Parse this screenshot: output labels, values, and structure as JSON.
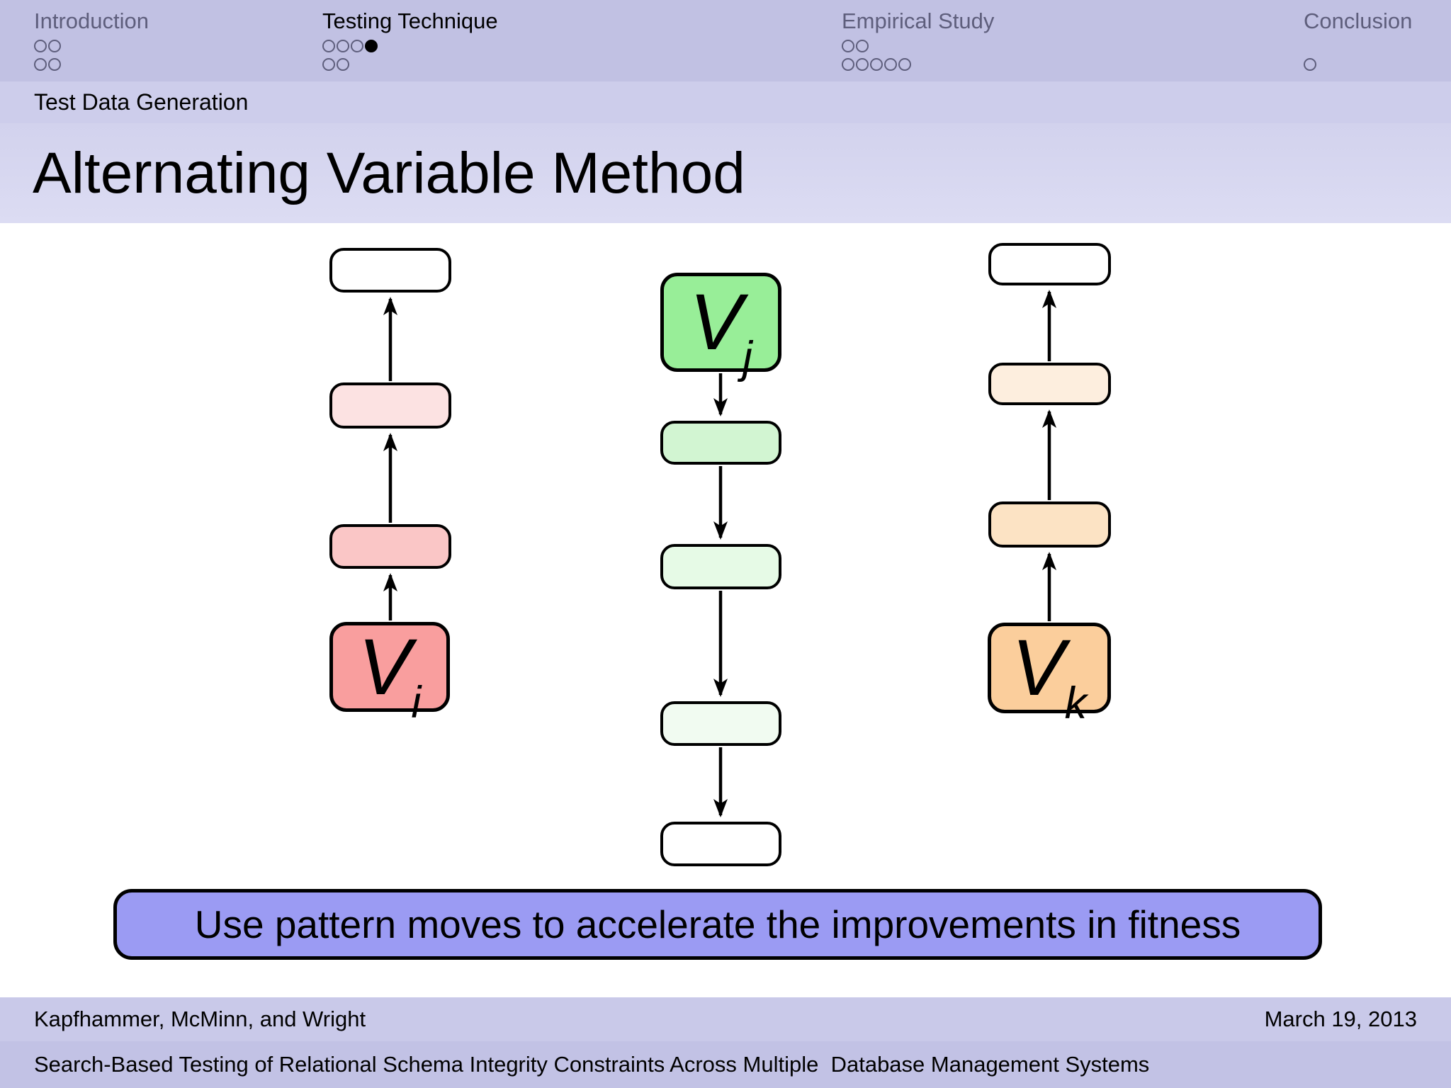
{
  "colors": {
    "navbar_bg": "#c1c1e3",
    "subheader_bg": "#cdcdeb",
    "titleband_bg": "#d7d7f0",
    "content_bg": "#ffffff",
    "banner_bg": "#9b9bf3",
    "footer_authors_bg": "#c9c9e9",
    "footer_title_bg": "#c2c2e5",
    "inactive_section_text": "#5e5e7c",
    "active_section_text": "#000000",
    "stroke": "#000000"
  },
  "header": {
    "sections": [
      {
        "label": "Introduction",
        "dot_rows": [
          [
            "empty",
            "empty"
          ],
          [
            "empty",
            "empty"
          ]
        ]
      },
      {
        "label": "Testing Technique",
        "dot_rows": [
          [
            "empty",
            "empty",
            "empty",
            "filled"
          ],
          [
            "empty",
            "empty"
          ]
        ]
      },
      {
        "label": "Empirical Study",
        "dot_rows": [
          [
            "empty",
            "empty"
          ],
          [
            "empty",
            "empty",
            "empty",
            "empty",
            "empty"
          ]
        ]
      },
      {
        "label": "Conclusion",
        "dot_rows": [
          [],
          [
            "empty"
          ]
        ]
      }
    ],
    "subsection": "Test Data Generation"
  },
  "slide": {
    "title": "Alternating Variable Method",
    "banner": "Use pattern moves to accelerate the improvements in fitness"
  },
  "diagram": {
    "left_column": {
      "direction": "up",
      "nodes": [
        {
          "fill": "#ffffff"
        },
        {
          "fill": "#fce2e2"
        },
        {
          "fill": "#fac6c6"
        },
        {
          "fill": "#f99e9e",
          "label_base": "V",
          "label_sub": "i"
        }
      ]
    },
    "middle_column": {
      "direction": "down",
      "nodes": [
        {
          "fill": "#98ee98",
          "label_base": "V",
          "label_sub": "j"
        },
        {
          "fill": "#d2f5d2"
        },
        {
          "fill": "#e6fae6"
        },
        {
          "fill": "#f1fbf1"
        },
        {
          "fill": "#ffffff"
        }
      ]
    },
    "right_column": {
      "direction": "up",
      "nodes": [
        {
          "fill": "#ffffff"
        },
        {
          "fill": "#fdeede"
        },
        {
          "fill": "#fce3c4"
        },
        {
          "fill": "#fbce9c",
          "label_base": "V",
          "label_sub": "k"
        }
      ]
    }
  },
  "footer": {
    "authors": "Kapfhammer, McMinn, and Wright",
    "date": "March 19, 2013",
    "paper_title": "Search-Based Testing of Relational Schema Integrity Constraints Across Multiple  Database Management Systems"
  }
}
